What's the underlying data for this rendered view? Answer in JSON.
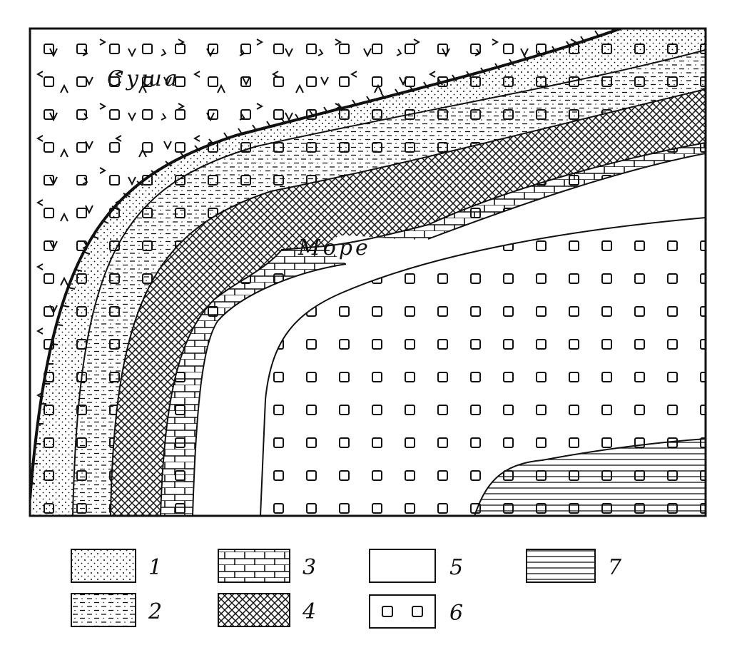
{
  "diagram": {
    "labels": {
      "land": "Суша",
      "sea": "Море"
    },
    "legend": [
      {
        "number": "1",
        "pattern": "dots"
      },
      {
        "number": "2",
        "pattern": "dashes"
      },
      {
        "number": "3",
        "pattern": "bricks"
      },
      {
        "number": "4",
        "pattern": "crosshatch"
      },
      {
        "number": "5",
        "pattern": "blank"
      },
      {
        "number": "6",
        "pattern": "squares"
      },
      {
        "number": "7",
        "pattern": "horizontal-lines"
      }
    ],
    "colors": {
      "ink": "#111111",
      "paper": "#ffffff"
    }
  }
}
